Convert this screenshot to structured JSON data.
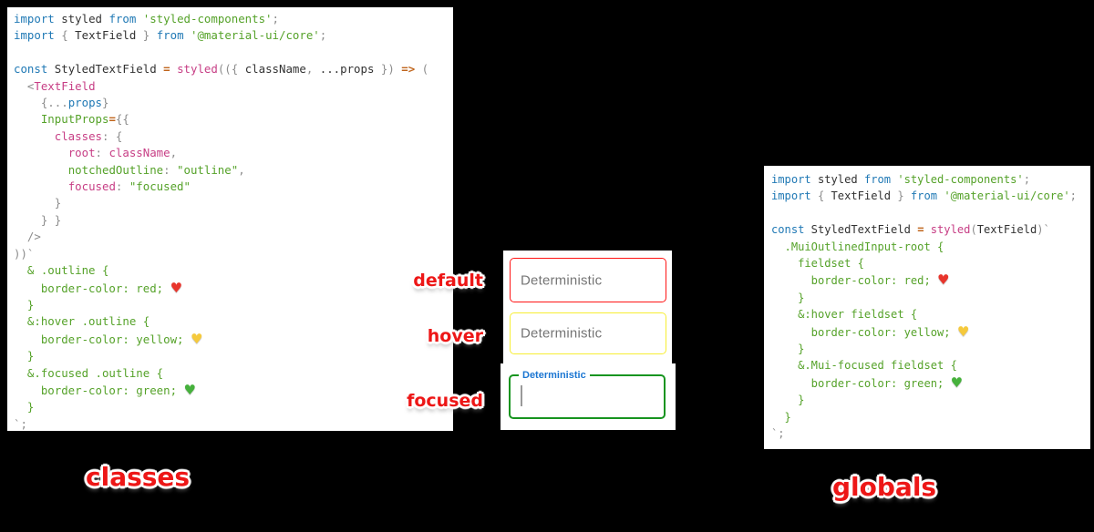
{
  "colors": {
    "bg": "#000000",
    "card": "#ffffff",
    "code-blue": "#2079b5",
    "code-plain": "#323232",
    "code-gray": "#8c8c8c",
    "code-green": "#55a229",
    "code-magenta": "#c73e85",
    "code-orange": "#c0651c",
    "heart-red": "#e8352c",
    "heart-yellow": "#f5c93c",
    "heart-green": "#46b13c",
    "label-red": "#ed1717",
    "field-red": "#ff1414",
    "field-yellow": "#f7ee33",
    "field-green": "#16941f",
    "focus-label-blue": "#1b76d2",
    "placeholder-gray": "#757575",
    "cursor-gray": "#9a9a9a"
  },
  "left_panel": {
    "caption": "classes",
    "code": [
      [
        [
          "k",
          "import"
        ],
        [
          "p",
          " styled "
        ],
        [
          "k",
          "from"
        ],
        [
          "p",
          " "
        ],
        [
          "s",
          "'styled-components'"
        ],
        [
          "gy",
          ";"
        ]
      ],
      [
        [
          "k",
          "import"
        ],
        [
          "p",
          " "
        ],
        [
          "gy",
          "{"
        ],
        [
          "p",
          " TextField "
        ],
        [
          "gy",
          "}"
        ],
        [
          "p",
          " "
        ],
        [
          "k",
          "from"
        ],
        [
          "p",
          " "
        ],
        [
          "s",
          "'@material-ui/core'"
        ],
        [
          "gy",
          ";"
        ]
      ],
      [],
      [
        [
          "k",
          "const"
        ],
        [
          "p",
          " StyledTextField "
        ],
        [
          "o",
          "="
        ],
        [
          "p",
          " "
        ],
        [
          "m",
          "styled"
        ],
        [
          "gy",
          "(({ "
        ],
        [
          "p",
          "className"
        ],
        [
          "gy",
          ", "
        ],
        [
          "p",
          "...props"
        ],
        [
          "gy",
          " }) "
        ],
        [
          "o",
          "=>"
        ],
        [
          "gy",
          " ("
        ]
      ],
      [
        [
          "gy",
          "  <"
        ],
        [
          "m",
          "TextField"
        ]
      ],
      [
        [
          "gy",
          "    {..."
        ],
        [
          "k",
          "props"
        ],
        [
          "gy",
          "}"
        ]
      ],
      [
        [
          "p",
          "    "
        ],
        [
          "g",
          "InputProps"
        ],
        [
          "o",
          "="
        ],
        [
          "gy",
          "{{"
        ]
      ],
      [
        [
          "p",
          "      "
        ],
        [
          "m",
          "classes"
        ],
        [
          "gy",
          ": {"
        ]
      ],
      [
        [
          "p",
          "        "
        ],
        [
          "m",
          "root"
        ],
        [
          "gy",
          ": "
        ],
        [
          "m",
          "className"
        ],
        [
          "gy",
          ","
        ]
      ],
      [
        [
          "p",
          "        "
        ],
        [
          "g",
          "notchedOutline"
        ],
        [
          "gy",
          ": "
        ],
        [
          "s",
          "\"outline\""
        ],
        [
          "gy",
          ","
        ]
      ],
      [
        [
          "p",
          "        "
        ],
        [
          "m",
          "focused"
        ],
        [
          "gy",
          ": "
        ],
        [
          "s",
          "\"focused\""
        ]
      ],
      [
        [
          "gy",
          "      }"
        ]
      ],
      [
        [
          "gy",
          "    } }"
        ]
      ],
      [
        [
          "gy",
          "  />"
        ]
      ],
      [
        [
          "gy",
          "))`"
        ]
      ],
      [
        [
          "g",
          "  & .outline {"
        ]
      ],
      [
        [
          "g",
          "    border-color: red; "
        ],
        [
          "hr",
          "♥"
        ]
      ],
      [
        [
          "g",
          "  }"
        ]
      ],
      [
        [
          "g",
          "  &:hover .outline {"
        ]
      ],
      [
        [
          "g",
          "    border-color: yellow; "
        ],
        [
          "hy",
          "♥"
        ]
      ],
      [
        [
          "g",
          "  }"
        ]
      ],
      [
        [
          "g",
          "  &.focused .outline {"
        ]
      ],
      [
        [
          "g",
          "    border-color: green; "
        ],
        [
          "hg",
          "♥"
        ]
      ],
      [
        [
          "g",
          "  }"
        ]
      ],
      [
        [
          "gy",
          "`;"
        ]
      ]
    ]
  },
  "right_panel": {
    "caption": "globals",
    "code": [
      [
        [
          "k",
          "import"
        ],
        [
          "p",
          " styled "
        ],
        [
          "k",
          "from"
        ],
        [
          "p",
          " "
        ],
        [
          "s",
          "'styled-components'"
        ],
        [
          "gy",
          ";"
        ]
      ],
      [
        [
          "k",
          "import"
        ],
        [
          "p",
          " "
        ],
        [
          "gy",
          "{"
        ],
        [
          "p",
          " TextField "
        ],
        [
          "gy",
          "}"
        ],
        [
          "p",
          " "
        ],
        [
          "k",
          "from"
        ],
        [
          "p",
          " "
        ],
        [
          "s",
          "'@material-ui/core'"
        ],
        [
          "gy",
          ";"
        ]
      ],
      [],
      [
        [
          "k",
          "const"
        ],
        [
          "p",
          " StyledTextField "
        ],
        [
          "o",
          "="
        ],
        [
          "p",
          " "
        ],
        [
          "m",
          "styled"
        ],
        [
          "gy",
          "("
        ],
        [
          "p",
          "TextField"
        ],
        [
          "gy",
          ")`"
        ]
      ],
      [
        [
          "g",
          "  .MuiOutlinedInput-root {"
        ]
      ],
      [
        [
          "g",
          "    fieldset {"
        ]
      ],
      [
        [
          "g",
          "      border-color: red; "
        ],
        [
          "hr",
          "♥"
        ]
      ],
      [
        [
          "g",
          "    }"
        ]
      ],
      [
        [
          "g",
          "    &:hover fieldset {"
        ]
      ],
      [
        [
          "g",
          "      border-color: yellow; "
        ],
        [
          "hy",
          "♥"
        ]
      ],
      [
        [
          "g",
          "    }"
        ]
      ],
      [
        [
          "g",
          "    &.Mui-focused fieldset {"
        ]
      ],
      [
        [
          "g",
          "      border-color: green; "
        ],
        [
          "hg",
          "♥"
        ]
      ],
      [
        [
          "g",
          "    }"
        ]
      ],
      [
        [
          "g",
          "  }"
        ]
      ],
      [
        [
          "gy",
          "`;"
        ]
      ]
    ]
  },
  "middle": {
    "states": [
      {
        "name": "default",
        "label": "Deterministic"
      },
      {
        "name": "hover",
        "label": "Deterministic"
      },
      {
        "name": "focused",
        "label": "Deterministic"
      }
    ]
  }
}
